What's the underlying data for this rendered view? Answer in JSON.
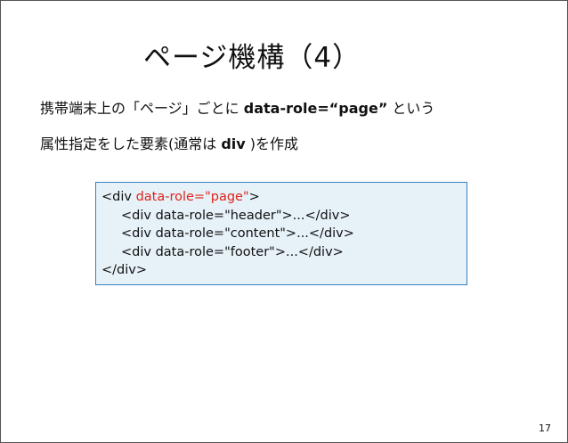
{
  "slide": {
    "title": "ページ機構（4）",
    "body": {
      "line1_prefix": "携帯端末上の「ページ」ごとに ",
      "line1_bold": "data-role=“page”",
      "line1_suffix": " という",
      "line2_prefix": "属性指定をした要素(通常は ",
      "line2_bold": "div",
      "line2_suffix": " )を作成"
    },
    "code": {
      "line1_open": "<div ",
      "line1_attr": "data-role=\"page\"",
      "line1_close": ">",
      "line2": "<div data-role=\"header\">...</div>",
      "line3": "<div data-role=\"content\">...</div>",
      "line4": "<div data-role=\"footer\">...</div>",
      "line5": "</div>"
    },
    "page_number": "17"
  },
  "colors": {
    "code_background": "#e6f1f8",
    "code_border": "#3a7fc0",
    "highlight_attribute": "#e0241b"
  }
}
